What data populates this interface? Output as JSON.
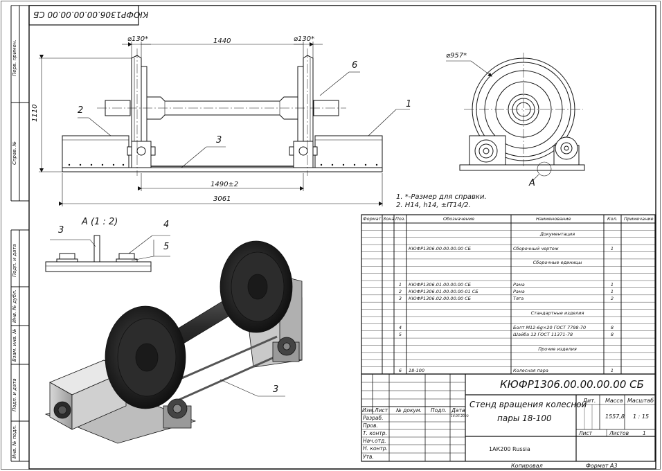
{
  "top_code_box": "КЮФР1306.00.00.00.00 СБ",
  "side_strip": [
    "Перв. примен.",
    "Справ. №",
    "Подп. и дата",
    "Инв. № дубл.",
    "Взам. инв. №",
    "Подп. и дата",
    "Инв. № подл."
  ],
  "dimensions": {
    "dia_left": "⌀130*",
    "dia_right": "⌀130*",
    "span_top": "1440",
    "height": "1110",
    "inner": "1490±2",
    "overall": "3061",
    "wheel_dia": "⌀957*"
  },
  "callouts": {
    "c1": "1",
    "c2": "2",
    "c3": "3",
    "c6": "6",
    "view_a": "А",
    "detail_title": "А (1 : 2)",
    "d3": "3",
    "d4": "4",
    "d5": "5",
    "iso3": "3"
  },
  "notes": [
    "1.   *-Размер для справки.",
    "2.   H14, h14, ±IT14/2."
  ],
  "spec_table": {
    "headers": [
      "Формат",
      "Зона",
      "Поз.",
      "Обозначение",
      "Наименование",
      "Кол.",
      "Примечание"
    ],
    "rows": [
      {
        "pos": "",
        "code": "",
        "name": "",
        "qty": ""
      },
      {
        "pos": "",
        "code": "",
        "name": "Документация",
        "qty": "",
        "section": true
      },
      {
        "pos": "",
        "code": "",
        "name": "",
        "qty": ""
      },
      {
        "pos": "",
        "code": "КЮФР1306.00.00.00.00 СБ",
        "name": "Сборочный чертеж",
        "qty": "1"
      },
      {
        "pos": "",
        "code": "",
        "name": "",
        "qty": ""
      },
      {
        "pos": "",
        "code": "",
        "name": "Сборочные единицы",
        "qty": "",
        "section": true
      },
      {
        "pos": "",
        "code": "",
        "name": "",
        "qty": ""
      },
      {
        "pos": "",
        "code": "",
        "name": "",
        "qty": ""
      },
      {
        "pos": "1",
        "code": "КЮФР1306.01.00.00.00 СБ",
        "name": "Рама",
        "qty": "1"
      },
      {
        "pos": "2",
        "code": "КЮФР1306.01.00.00.00-01 СБ",
        "name": "Рама",
        "qty": "1"
      },
      {
        "pos": "3",
        "code": "КЮФР1306.02.00.00.00 СБ",
        "name": "Тяга",
        "qty": "2"
      },
      {
        "pos": "",
        "code": "",
        "name": "",
        "qty": ""
      },
      {
        "pos": "",
        "code": "",
        "name": "Стандартные изделия",
        "qty": "",
        "section": true
      },
      {
        "pos": "",
        "code": "",
        "name": "",
        "qty": ""
      },
      {
        "pos": "4",
        "code": "",
        "name": "Болт М12-6g×20 ГОСТ 7798-70",
        "qty": "8"
      },
      {
        "pos": "5",
        "code": "",
        "name": "Шайба 12 ГОСТ 11371-78",
        "qty": "8"
      },
      {
        "pos": "",
        "code": "",
        "name": "",
        "qty": ""
      },
      {
        "pos": "",
        "code": "",
        "name": "Прочие изделия",
        "qty": "",
        "section": true
      },
      {
        "pos": "",
        "code": "",
        "name": "",
        "qty": ""
      },
      {
        "pos": "",
        "code": "",
        "name": "",
        "qty": ""
      },
      {
        "pos": "6",
        "code": "18-100",
        "name": "Колесная пара",
        "qty": "1"
      }
    ]
  },
  "title_block": {
    "designation": "КЮФР1306.00.00.00.00 СБ",
    "name_line1": "Стенд вращения колесной",
    "name_line2": "пары 18-100",
    "lit_label": "Лит.",
    "mass_label": "Масса",
    "scale_label": "Масштаб",
    "mass": "1557,8",
    "scale": "1 : 15",
    "sheet_label": "Лист",
    "sheets_label": "Листов",
    "sheets": "1",
    "material": "1АК200 Russia",
    "col_headers": [
      "Изм.",
      "Лист",
      "№ докум.",
      "Подп.",
      "Дата"
    ],
    "date": "14.05.2023",
    "roles": [
      "Разраб.",
      "Пров.",
      "Т. контр.",
      "Нач.отд.",
      "Н. контр.",
      "Утв."
    ],
    "copied": "Копировал",
    "format": "Формат А3"
  }
}
